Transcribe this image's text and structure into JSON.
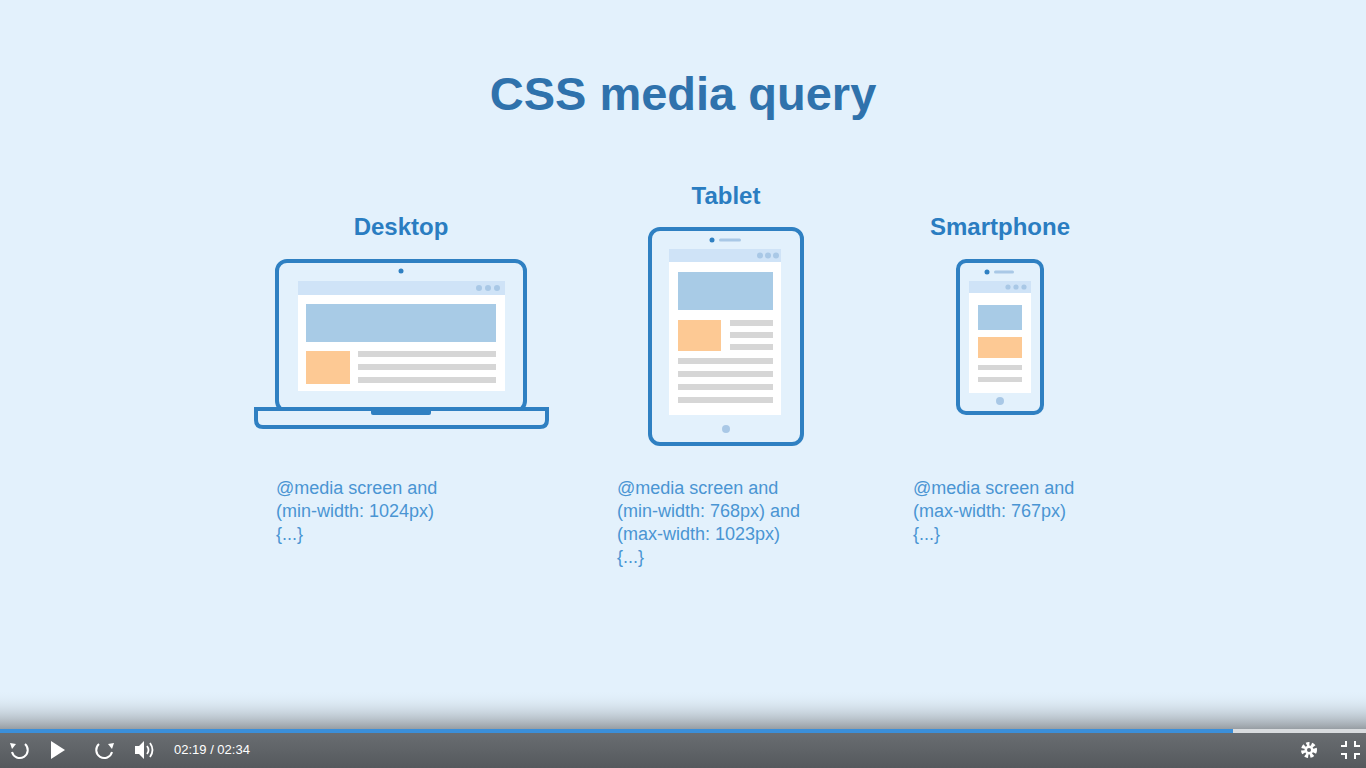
{
  "diagram": {
    "title": "CSS media query",
    "nodes": [
      {
        "text": [
          "Desktop"
        ]
      },
      {
        "text": [
          "Tablet"
        ]
      },
      {
        "text": [
          "Smartphone"
        ]
      }
    ],
    "labels": [
      "@media screen and (min-width: 1024px) {...}",
      "@media screen and (min-width: 768px) and (max-width: 1023px) {...}",
      "@media screen and (max-width: 767px) {...}",
      "02:19 / 02:34"
    ]
  }
}
